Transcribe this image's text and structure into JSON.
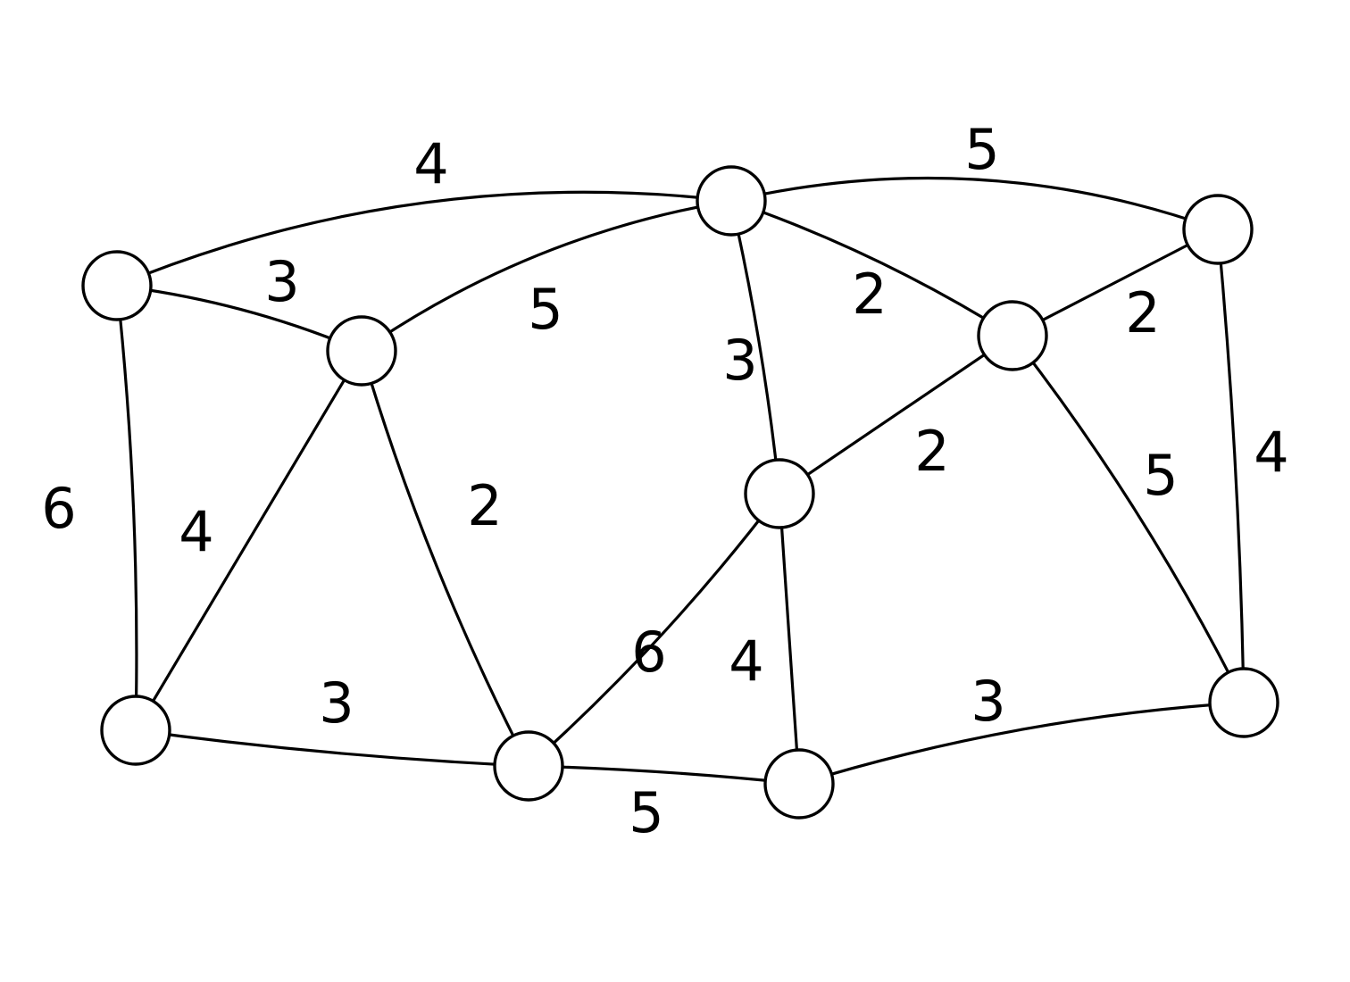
{
  "graph": {
    "line_color": "#000000",
    "background_color": "#ffffff",
    "nodes": [
      {
        "id": "n1"
      },
      {
        "id": "n2"
      },
      {
        "id": "n3"
      },
      {
        "id": "n4"
      },
      {
        "id": "n5"
      },
      {
        "id": "n6"
      },
      {
        "id": "n7"
      },
      {
        "id": "n8"
      },
      {
        "id": "n9"
      },
      {
        "id": "n10"
      },
      {
        "id": "n11"
      }
    ],
    "edges": [
      {
        "id": "e1",
        "from": "n1",
        "to": "n4",
        "weight": "4"
      },
      {
        "id": "e2",
        "from": "n1",
        "to": "n2",
        "weight": "3"
      },
      {
        "id": "e3",
        "from": "n1",
        "to": "n3",
        "weight": "6"
      },
      {
        "id": "e4",
        "from": "n2",
        "to": "n4",
        "weight": "5"
      },
      {
        "id": "e5",
        "from": "n2",
        "to": "n3",
        "weight": "4"
      },
      {
        "id": "e6",
        "from": "n2",
        "to": "n5",
        "weight": "2"
      },
      {
        "id": "e7",
        "from": "n3",
        "to": "n5",
        "weight": "3"
      },
      {
        "id": "e8",
        "from": "n4",
        "to": "n7",
        "weight": "5"
      },
      {
        "id": "e9",
        "from": "n4",
        "to": "n8",
        "weight": "2"
      },
      {
        "id": "e10",
        "from": "n4",
        "to": "n6",
        "weight": "3"
      },
      {
        "id": "e11",
        "from": "n7",
        "to": "n8",
        "weight": "2"
      },
      {
        "id": "e12",
        "from": "n7",
        "to": "n11",
        "weight": "4"
      },
      {
        "id": "e13",
        "from": "n8",
        "to": "n6",
        "weight": "2"
      },
      {
        "id": "e14",
        "from": "n8",
        "to": "n11",
        "weight": "5"
      },
      {
        "id": "e15",
        "from": "n6",
        "to": "n5",
        "weight": "6"
      },
      {
        "id": "e16",
        "from": "n6",
        "to": "n9",
        "weight": "4"
      },
      {
        "id": "e17",
        "from": "n5",
        "to": "n9",
        "weight": "5"
      },
      {
        "id": "e18",
        "from": "n9",
        "to": "n11",
        "weight": "3"
      }
    ]
  }
}
